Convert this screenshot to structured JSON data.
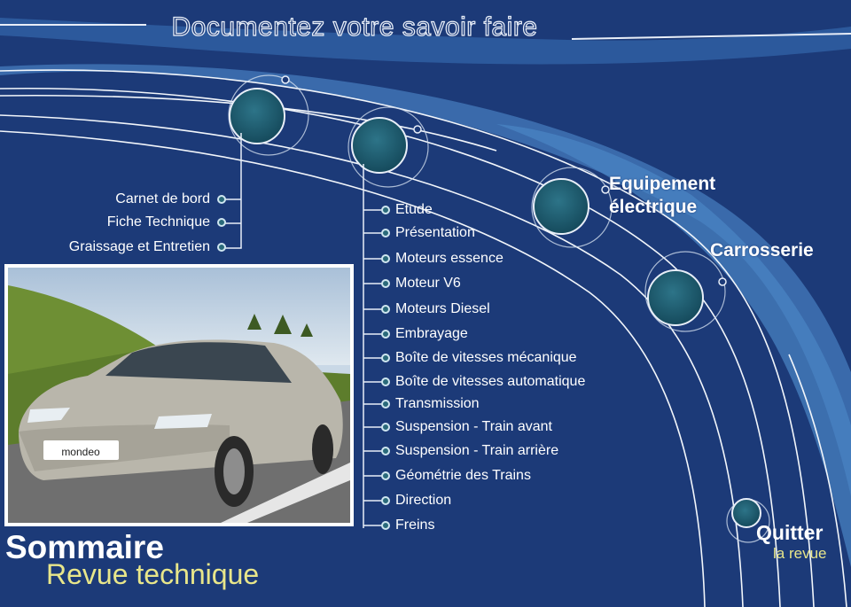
{
  "header": {
    "title": "Documentez votre savoir faire"
  },
  "left_menu": {
    "items": [
      {
        "label": "Carnet de bord"
      },
      {
        "label": "Fiche Technique"
      },
      {
        "label": "Graissage et Entretien"
      }
    ]
  },
  "mechanics_menu": {
    "items": [
      {
        "label": "Etude"
      },
      {
        "label": "Présentation"
      },
      {
        "label": "Moteurs essence"
      },
      {
        "label": "Moteur V6"
      },
      {
        "label": "Moteurs Diesel"
      },
      {
        "label": "Embrayage"
      },
      {
        "label": "Boîte de vitesses mécanique"
      },
      {
        "label": "Boîte de vitesses automatique"
      },
      {
        "label": "Transmission"
      },
      {
        "label": "Suspension - Train avant"
      },
      {
        "label": "Suspension - Train arrière"
      },
      {
        "label": "Géométrie des Trains"
      },
      {
        "label": "Direction"
      },
      {
        "label": "Freins"
      }
    ]
  },
  "sections": {
    "equipement_line1": "Equipement",
    "equipement_line2": "électrique",
    "carrosserie": "Carrosserie"
  },
  "photo": {
    "badge": "mondeo"
  },
  "footer": {
    "title": "Sommaire",
    "subtitle": "Revue technique"
  },
  "quit": {
    "label": "Quitter",
    "sublabel": "la revue"
  },
  "colors": {
    "background": "#1c3a78",
    "accent_yellow": "#e8e68a",
    "node_fill": "#1f5a6e"
  }
}
